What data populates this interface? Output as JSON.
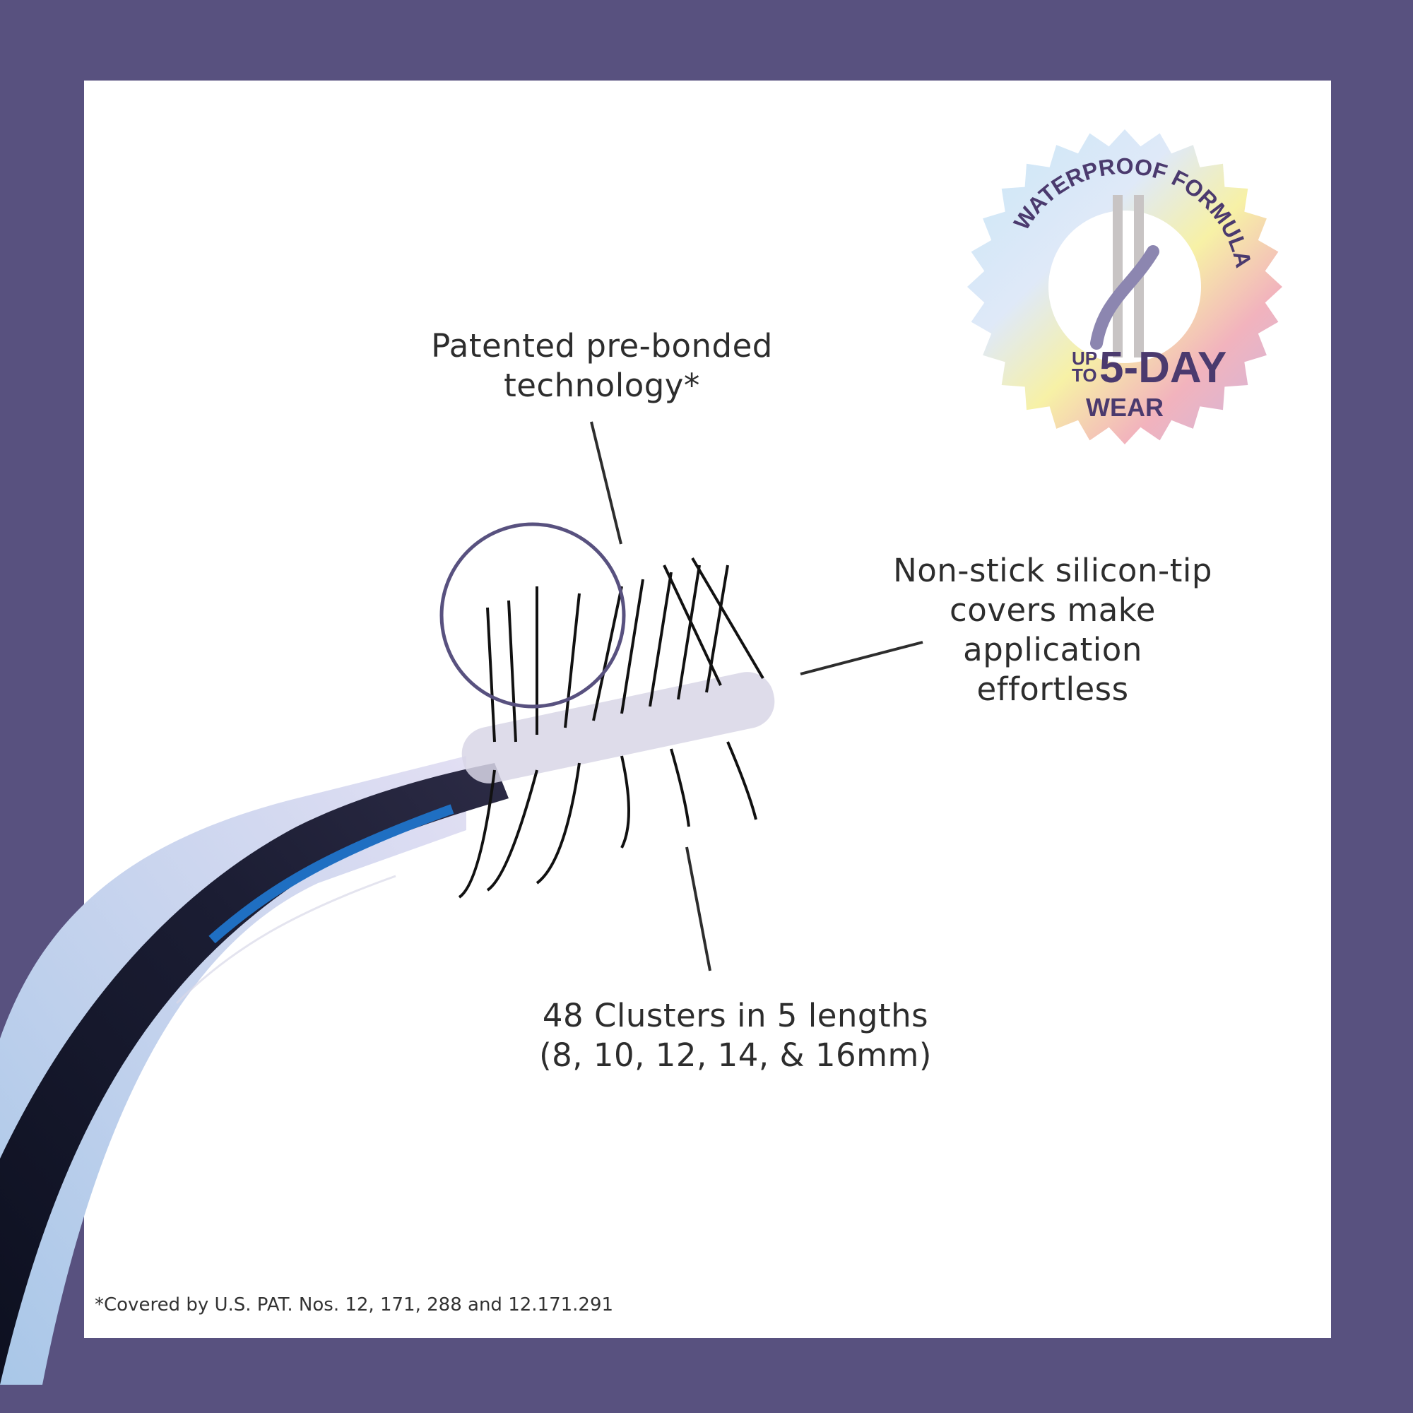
{
  "colors": {
    "frame": "#58517f",
    "panel": "#ffffff",
    "text": "#2d2d2d",
    "badge_text": "#4b3a6e"
  },
  "callouts": {
    "pre_bonded": [
      "Patented pre-bonded",
      "technology*"
    ],
    "silicon_tip": [
      "Non-stick silicon-tip",
      "covers make",
      "application",
      "effortless"
    ],
    "clusters": [
      "48 Clusters in 5 lengths",
      "(8, 10, 12, 14, & 16mm)"
    ]
  },
  "badge": {
    "arc_text": "WATERPROOF FORMULA",
    "up": "UP",
    "to": "TO",
    "days": "5-DAY",
    "wear": "WEAR"
  },
  "footnote": "*Covered by U.S. PAT. Nos. 12, 171, 288 and 12.171.291"
}
